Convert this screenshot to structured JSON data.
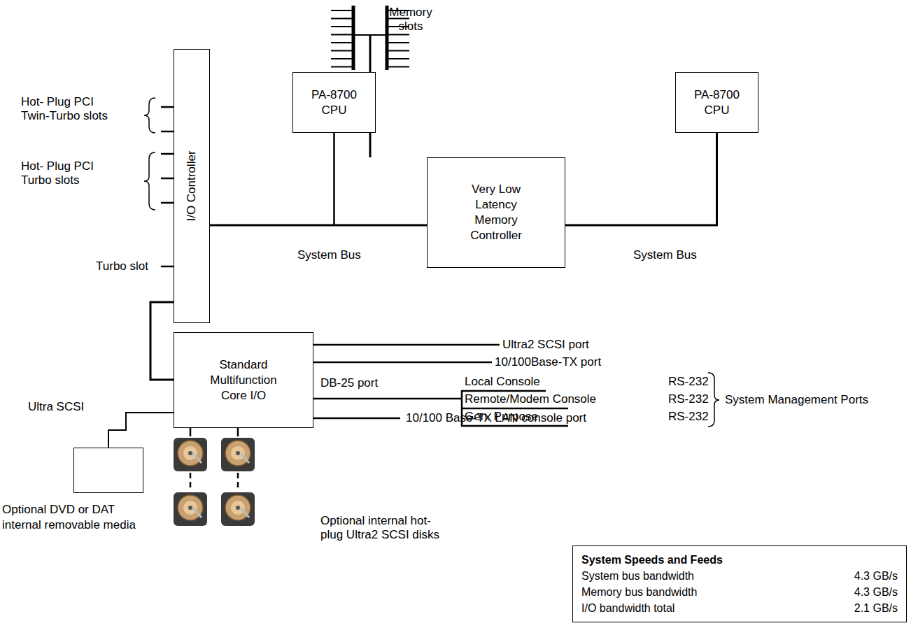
{
  "diagram": {
    "nodes": [
      {
        "text": [
          "PA-8700 CPU"
        ]
      },
      {
        "text": [
          "Very Low Latency Memory Controller"
        ]
      },
      {
        "text": [
          "PA-8700 CPU"
        ]
      },
      {
        "text": [
          "I/O Controller"
        ]
      },
      {
        "text": [
          "Standard Multifunction Core I/O"
        ]
      },
      {
        "text": [
          "Optional DVD or DAT internal removable media"
        ]
      },
      {
        "text": [
          "System Speeds and Feeds",
          "System bus bandwidth",
          "4.3 GB/s",
          "Memory bus bandwidth",
          "4.3 GB/s",
          "I/O bandwidth total",
          "2.1 GB/s"
        ]
      }
    ],
    "edges": [
      {
        "from": 3,
        "to": 1,
        "label": "System Bus",
        "arrow": "none"
      },
      {
        "from": 0,
        "to": 3,
        "arrow": "none"
      },
      {
        "from": 0,
        "to": 1,
        "arrow": "none"
      },
      {
        "from": 1,
        "to": 2,
        "label": "System Bus",
        "arrow": "none"
      },
      {
        "from": 3,
        "to": 4,
        "arrow": "none"
      },
      {
        "from": 4,
        "to": 5,
        "arrow": "none"
      }
    ],
    "labels": [
      "Hot- Plug PCI Twin-Turbo slots",
      "Hot- Plug PCI Turbo slots",
      "Turbo slot",
      "Memory slots",
      "Ultra2 SCSI port",
      "10/100Base-TX port",
      "DB-25 port",
      "Local Console",
      "Remote/Modem Console",
      "Gen. Purpose",
      "RS-232",
      "RS-232",
      "RS-232",
      "System Management Ports",
      "10/100 Base-TX LAN console port",
      "Ultra SCSI",
      "Optional internal hot-plug Ultra2 SCSI disks"
    ]
  }
}
